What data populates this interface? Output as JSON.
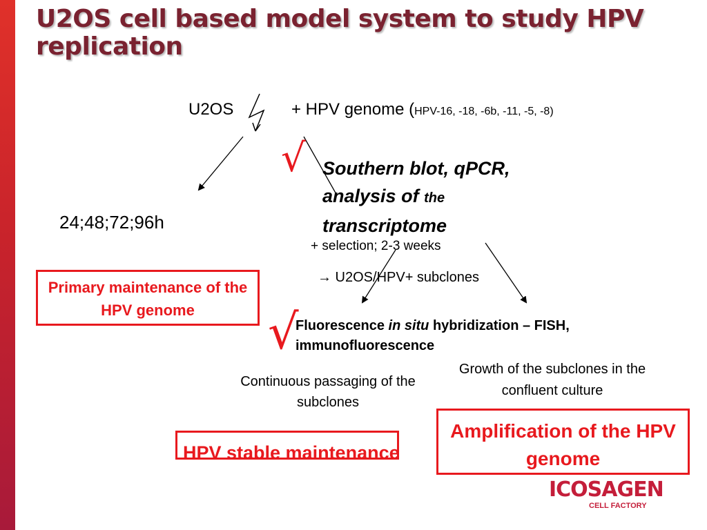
{
  "title": "U2OS cell based model system to study HPV replication",
  "top": {
    "cell_line": "U2OS",
    "genome_prefix": "+ HPV genome (",
    "genome_types": "HPV-16, -18, -6b, -11, -5, -8)"
  },
  "timepoints": "24;48;72;96h",
  "analysis": {
    "line1": "Southern blot, qPCR,",
    "line2_main": "analysis of ",
    "line2_small": "the",
    "line3": "transcriptome"
  },
  "selection": "+ selection; 2-3 weeks",
  "subclones": "→ U2OS/HPV+ subclones",
  "fish": {
    "part1": "Fluorescence ",
    "part2": "in situ",
    "part3": " hybridization – FISH,",
    "line2": "immunofluorescence"
  },
  "passaging": "Continuous passaging of the subclones",
  "growth": "Growth of the subclones in the confluent culture",
  "boxes": {
    "primary": "Primary maintenance of the HPV genome",
    "stable": "HPV stable maintenance",
    "amplification": "Amplification of the HPV genome"
  },
  "checkmark": "√",
  "logo": {
    "main": "ICOSAGEN",
    "sub": "CELL FACTORY"
  },
  "colors": {
    "accent_red": "#e8191e",
    "title_color": "#7a2230",
    "side_bar": "#c8232b"
  }
}
